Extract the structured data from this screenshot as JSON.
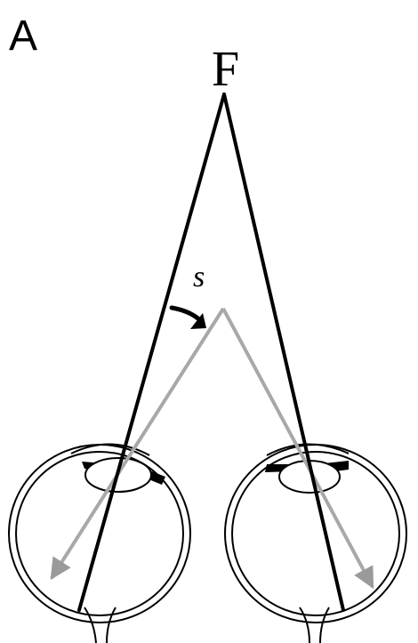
{
  "figure": {
    "panel_label": "A",
    "fixation_label": "F",
    "stimulus_label": "s"
  },
  "colors": {
    "background": "#ffffff",
    "ink": "#000000",
    "gray_ray": "#a8a8a8"
  }
}
